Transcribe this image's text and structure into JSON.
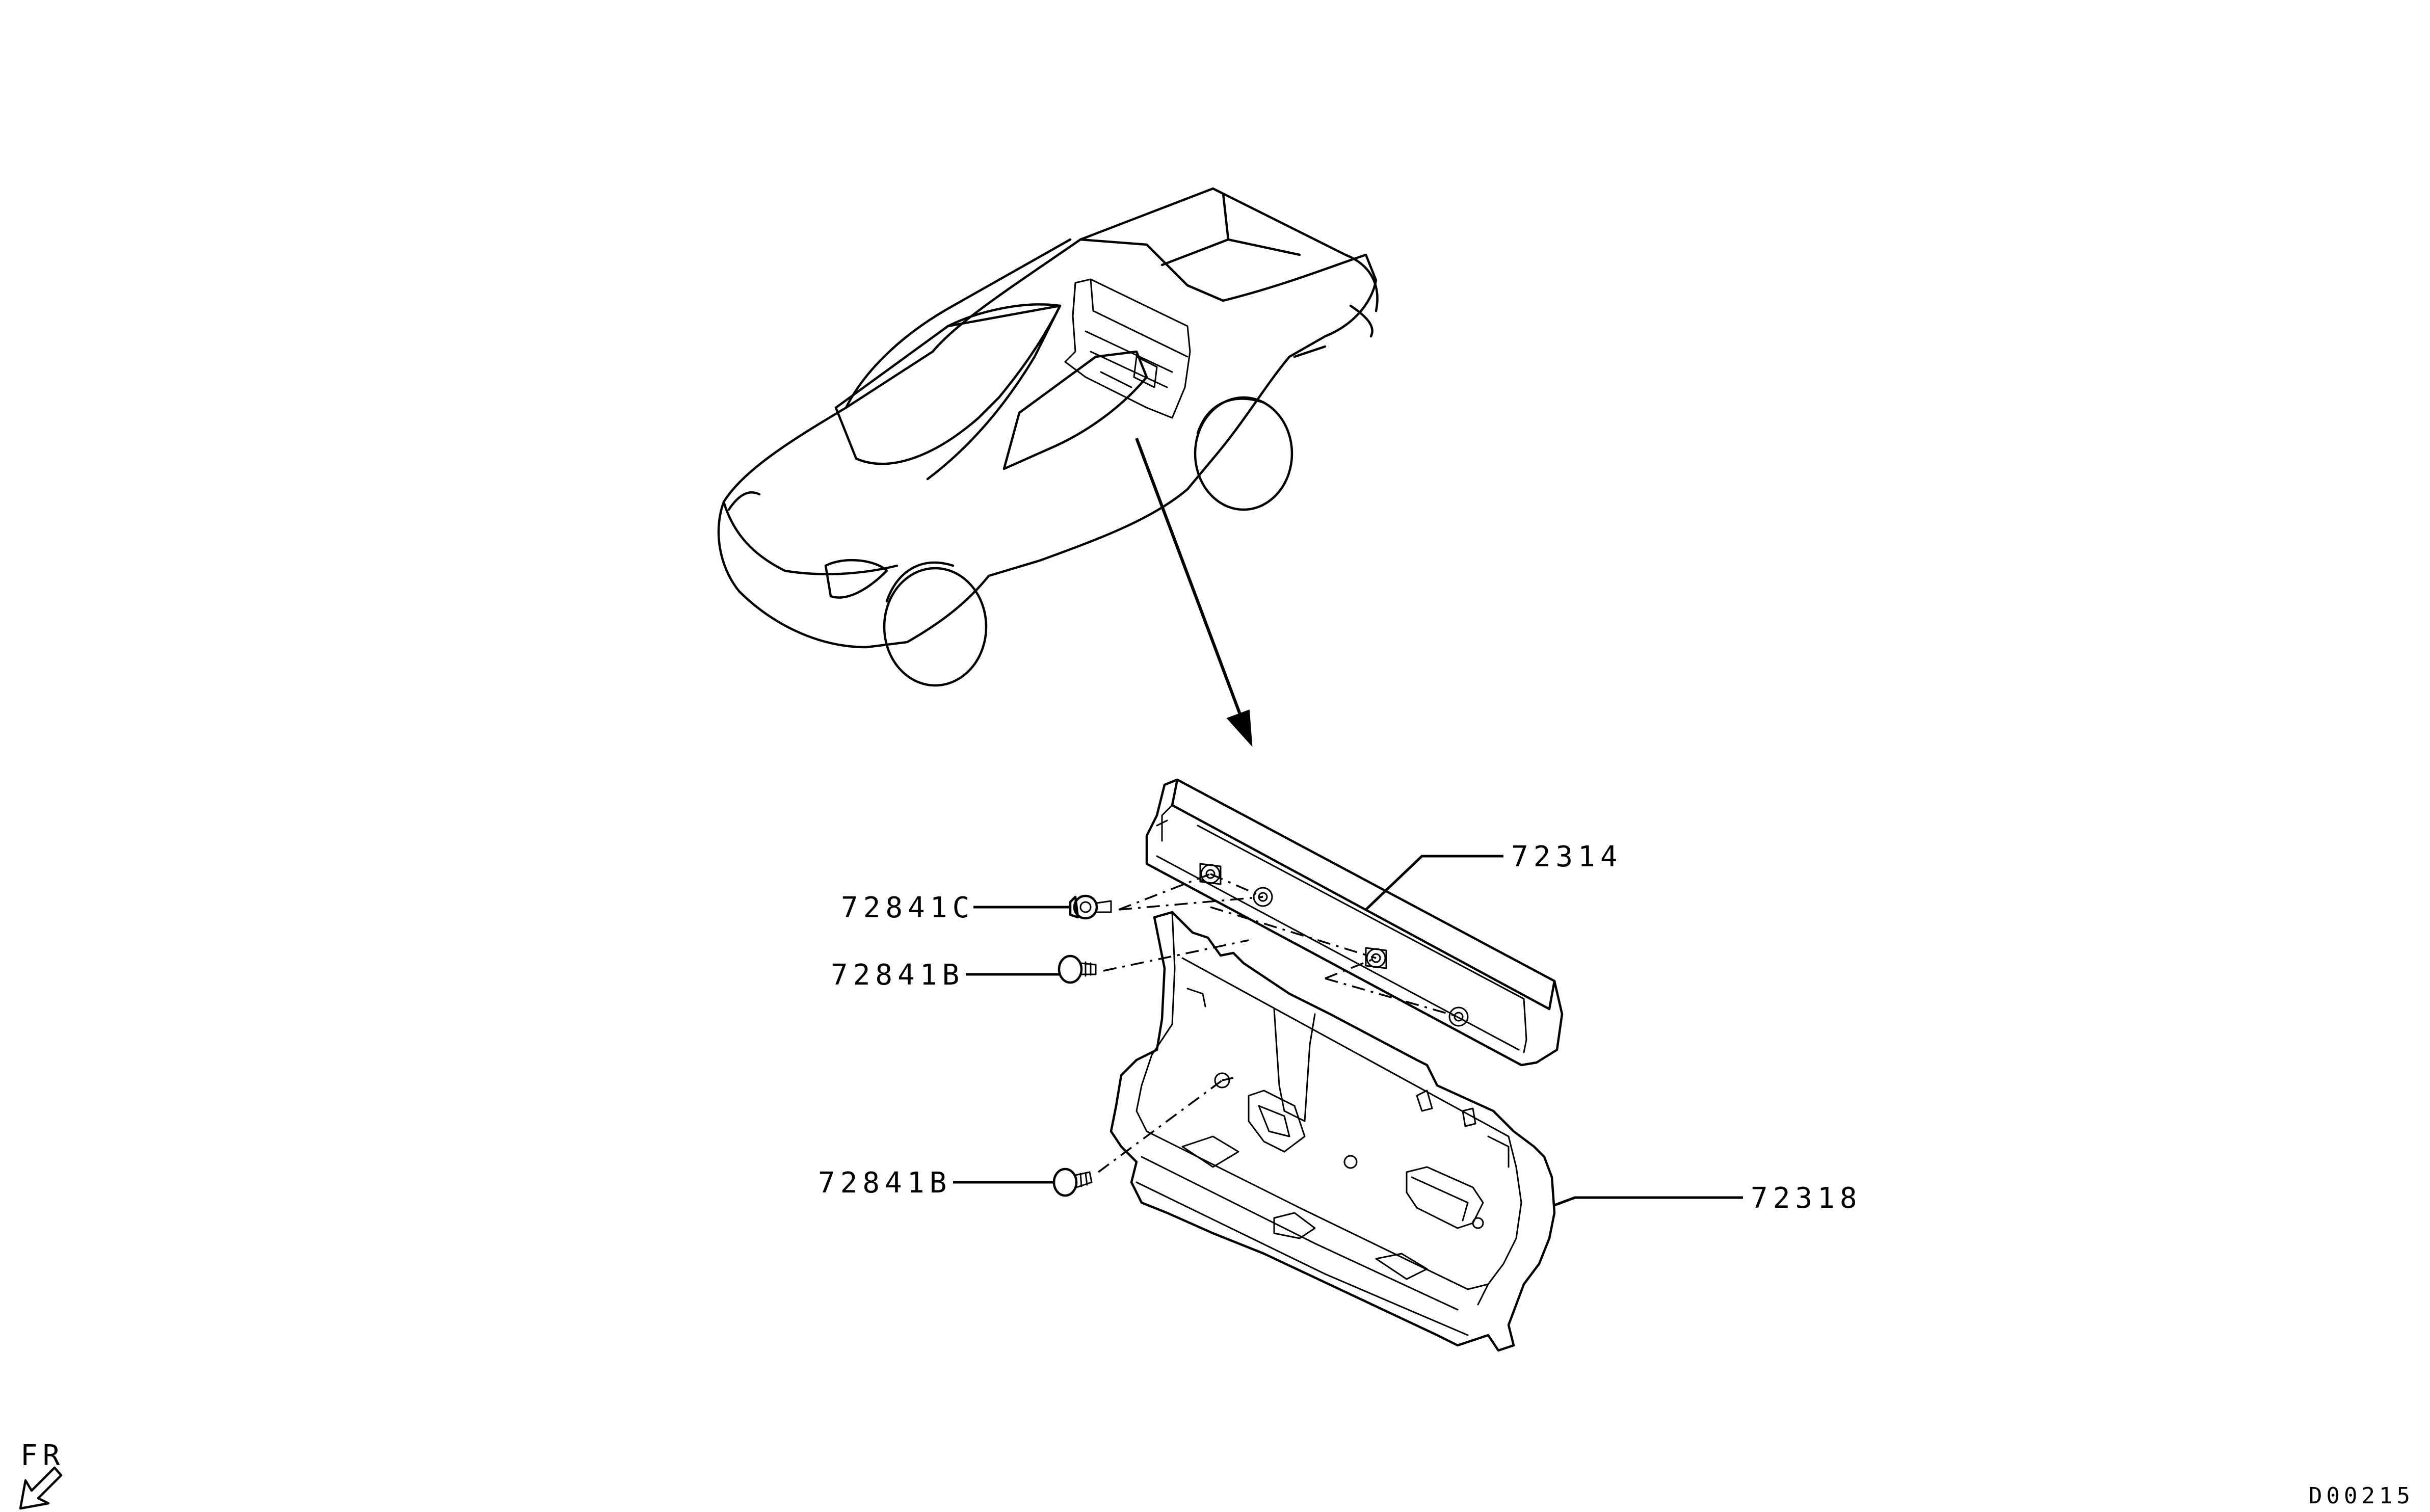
{
  "callouts": {
    "c72314": "72314",
    "c72318": "72318",
    "c72841c": "72841C",
    "c72841b_upper": "72841B",
    "c72841b_lower": "72841B"
  },
  "direction": {
    "label": "FR"
  },
  "drawing_code": "D00215"
}
